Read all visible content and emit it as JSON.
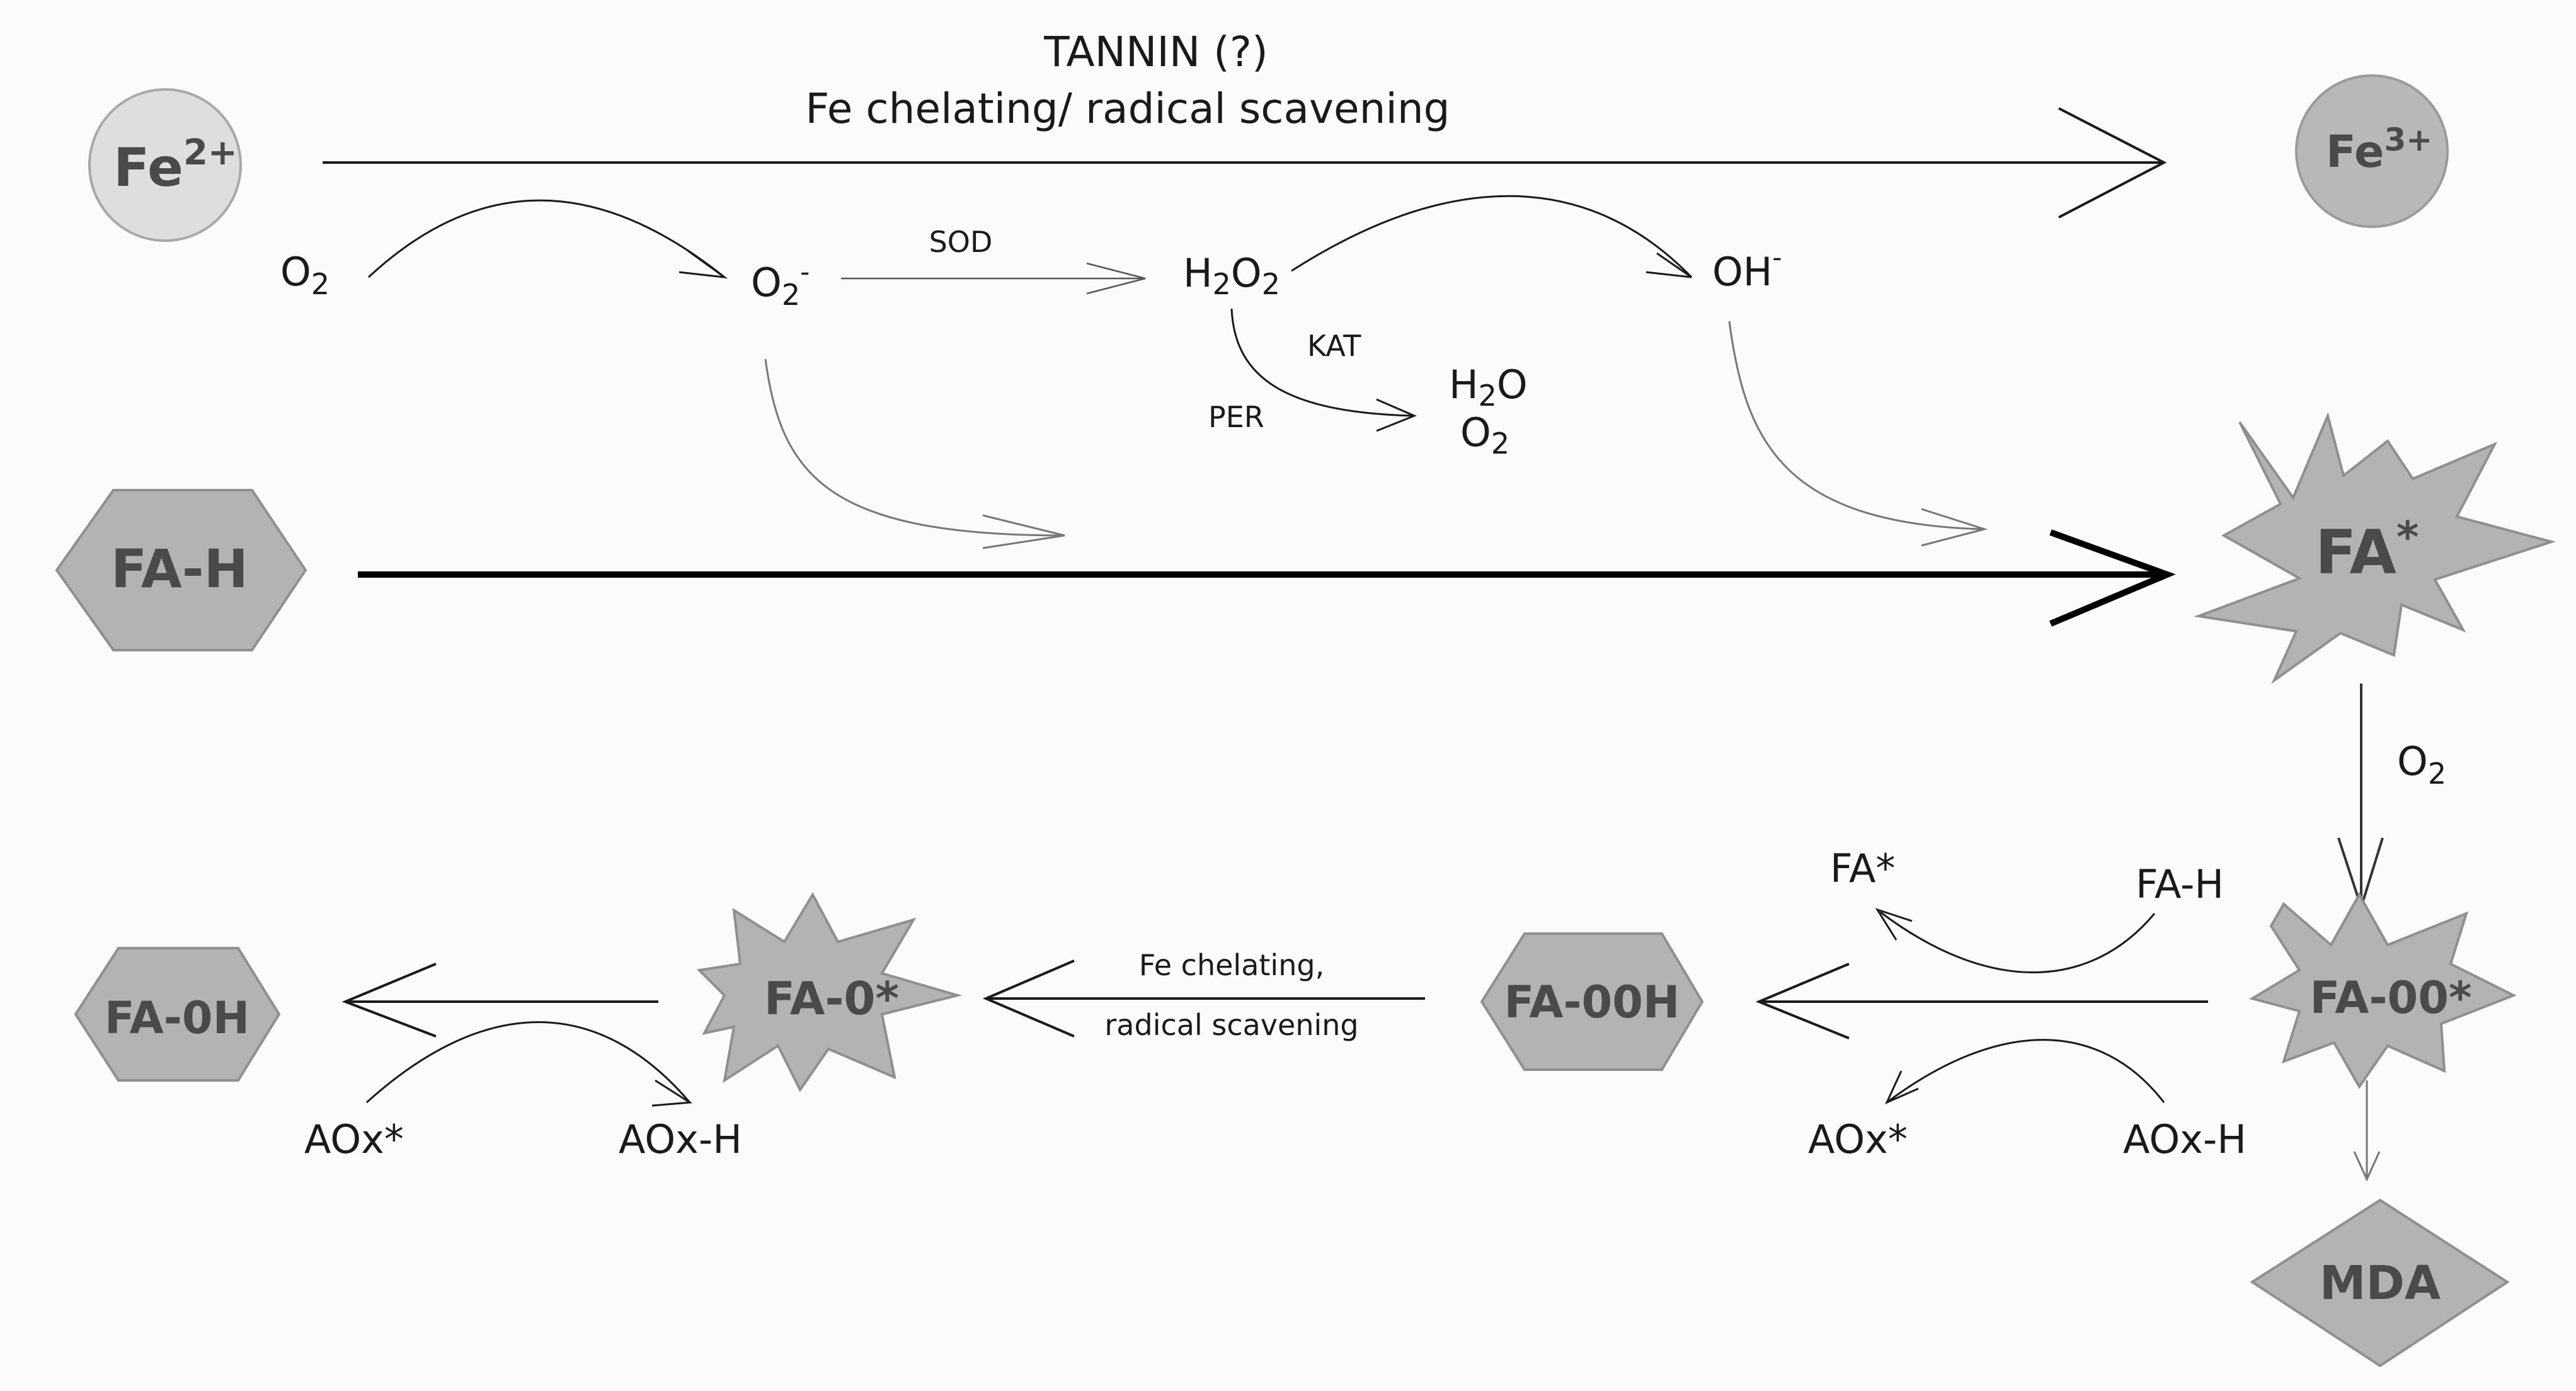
{
  "top_annotation": {
    "line1": "TANNIN (?)",
    "line2": "Fe chelating/ radical scavening"
  },
  "iron": {
    "fe2": {
      "base": "Fe",
      "charge": "2+"
    },
    "fe3": {
      "base": "Fe",
      "charge": "3+"
    }
  },
  "ros_chain": {
    "o2": {
      "base": "O",
      "sub": "2"
    },
    "superoxide": {
      "base": "O",
      "sub": "2",
      "sup": "-"
    },
    "sod": "SOD",
    "h2o2": {
      "a": "H",
      "s1": "2",
      "b": "O",
      "s2": "2"
    },
    "hydroxyl": {
      "base": "OH",
      "sup": "-"
    },
    "kat": "KAT",
    "per": "PER",
    "water": {
      "a": "H",
      "s1": "2",
      "b": "O"
    },
    "oxygen_product": {
      "base": "O",
      "sub": "2"
    }
  },
  "lipid": {
    "fa_h": "FA-H",
    "fa_radical": {
      "base": "FA",
      "sup": "*"
    },
    "o2_step": {
      "base": "O",
      "sub": "2"
    },
    "fa_00_radical": "FA-00*",
    "fa_00h": "FA-00H",
    "fa_0_radical": "FA-0*",
    "fa_0h": "FA-0H",
    "mda": "MDA"
  },
  "propagation": {
    "fa_star": "FA*",
    "fa_h": "FA-H"
  },
  "antioxidant": {
    "aox_star_right": "AOx*",
    "aox_h_right": "AOx-H",
    "aox_star_left": "AOx*",
    "aox_h_left": "AOx-H"
  },
  "middle_annotation": {
    "line1": "Fe chelating,",
    "line2": "radical scavening"
  },
  "colors": {
    "fe2_fill": "#dedede",
    "fe3_fill": "#b8b8b8",
    "shape_fill": "#b3b3b3",
    "shape_stroke": "#8f8f8f",
    "text": "#1a1a1a",
    "bold_text": "#4a4a4a"
  }
}
